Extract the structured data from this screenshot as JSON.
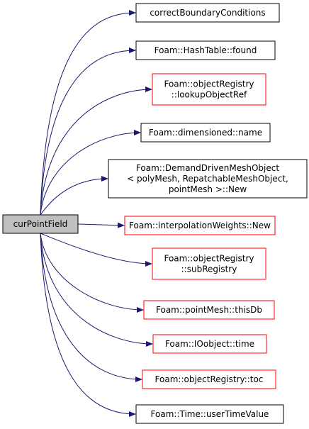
{
  "graph": {
    "source": {
      "label": [
        "curPointField"
      ],
      "fill": "#bfbfbf",
      "border": "#000000"
    },
    "targets": [
      {
        "label": [
          "correctBoundaryConditions"
        ],
        "border": "#000000"
      },
      {
        "label": [
          "Foam::HashTable::found"
        ],
        "border": "#000000"
      },
      {
        "label": [
          "Foam::objectRegistry",
          "::lookupObjectRef"
        ],
        "border": "#ff0000"
      },
      {
        "label": [
          "Foam::dimensioned::name"
        ],
        "border": "#000000"
      },
      {
        "label": [
          "Foam::DemandDrivenMeshObject",
          "< polyMesh, RepatchableMeshObject,",
          "pointMesh >::New"
        ],
        "border": "#000000"
      },
      {
        "label": [
          "Foam::interpolationWeights::New"
        ],
        "border": "#ff0000"
      },
      {
        "label": [
          "Foam::objectRegistry",
          "::subRegistry"
        ],
        "border": "#ff0000"
      },
      {
        "label": [
          "Foam::pointMesh::thisDb"
        ],
        "border": "#ff0000"
      },
      {
        "label": [
          "Foam::IOobject::time"
        ],
        "border": "#ff0000"
      },
      {
        "label": [
          "Foam::objectRegistry::toc"
        ],
        "border": "#ff0000"
      },
      {
        "label": [
          "Foam::Time::userTimeValue"
        ],
        "border": "#000000"
      }
    ],
    "edge_color": "#191970"
  }
}
